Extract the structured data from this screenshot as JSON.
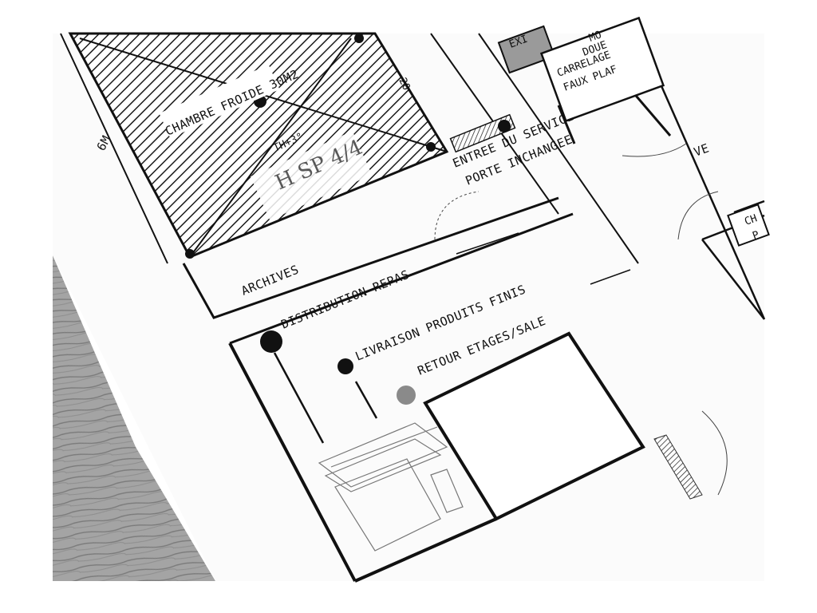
{
  "plan": {
    "labels": {
      "chambre_froide": "CHAMBRE FROIDE 30M2",
      "entree_service": "ENTREE DU SERVICE",
      "porte_inchangee": "PORTE INCHANGEE",
      "archives": "ARCHIVES",
      "distribution_repas": "DISTRIBUTION REPAS",
      "livraison_produits_finis": "LIVRAISON PRODUITS FINIS",
      "retour_etages_sale": "RETOUR ETAGES/SALE",
      "dimension_6m": "6M",
      "dimension_20": "20",
      "th_note": "TH+3°",
      "exit_sign": "EXI",
      "note_line1": "MO",
      "note_line2": "DOUE",
      "note_line3": "CARRELAGE",
      "note_line4": "FAUX PLAF",
      "edge_ve": "VE",
      "edge_ch": "CH",
      "edge_p": "P"
    },
    "handwriting": {
      "note_a": "H SP 4/4"
    },
    "legend_dots": [
      {
        "name": "distribution",
        "color": "#111111"
      },
      {
        "name": "livraison",
        "color": "#111111"
      },
      {
        "name": "retour",
        "color": "#8a8a8a"
      }
    ],
    "colors": {
      "paper": "#ffffff",
      "ink": "#111111",
      "wood": "#8a8a8a",
      "hatch": "#222222"
    }
  }
}
